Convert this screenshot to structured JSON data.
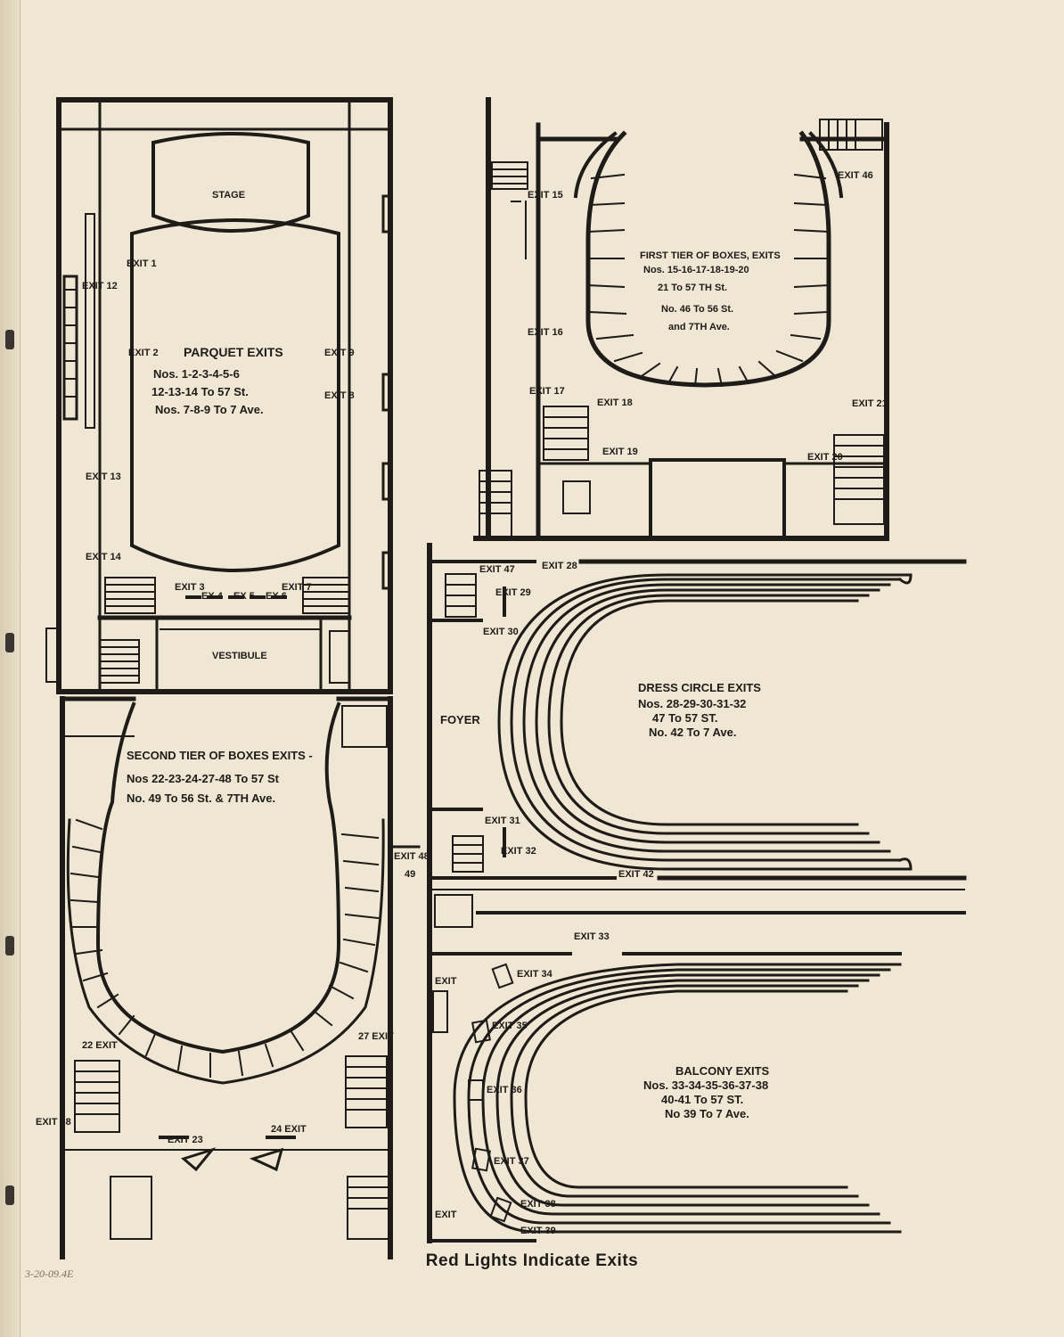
{
  "caption": "Red Lights Indicate Exits",
  "archive_mark": "3-20-09.4E",
  "parquet": {
    "stage": "STAGE",
    "vestibule": "VESTIBULE",
    "title": "PARQUET EXITS",
    "line1": "Nos. 1-2-3-4-5-6",
    "line2": "12-13-14 To 57 St.",
    "line3": "Nos. 7-8-9 To 7 Ave.",
    "exits": {
      "e1": "EXIT 1",
      "e2": "EXIT 2",
      "e3": "EXIT 3",
      "e4": "EX 4",
      "e5": "EX 5",
      "e6": "EX 6",
      "e7": "EXIT 7",
      "e8": "EXIT 8",
      "e9": "EXIT 9",
      "e12": "EXIT 12",
      "e13": "EXIT 13",
      "e14": "EXIT 14"
    }
  },
  "first_tier": {
    "title": "FIRST TIER OF BOXES, EXITS",
    "line1": "Nos. 15-16-17-18-19-20",
    "line2": "21 To 57 TH St.",
    "line3": "No. 46 To 56 St.",
    "line4": "and 7TH Ave.",
    "exits": {
      "e15": "EXIT 15",
      "e16": "EXIT 16",
      "e17": "EXIT 17",
      "e18": "EXIT 18",
      "e19": "EXIT 19",
      "e20": "EXIT 20",
      "e21": "EXIT 21",
      "e46": "EXIT 46"
    }
  },
  "second_tier": {
    "title": "SECOND TIER OF BOXES EXITS -",
    "line1": "Nos 22-23-24-27-48 To 57 St",
    "line2": "No. 49 To 56 St. & 7TH Ave.",
    "exits": {
      "e22": "22 EXIT",
      "e23": "EXIT 23",
      "e24": "24 EXIT",
      "e27": "27 EXIT",
      "e38": "EXIT 38",
      "e48": "EXIT 48",
      "e49": "49"
    }
  },
  "dress_circle": {
    "foyer": "FOYER",
    "title": "DRESS CIRCLE EXITS",
    "line1": "Nos. 28-29-30-31-32",
    "line2": "47 To 57 ST.",
    "line3": "No. 42 To 7 Ave.",
    "exits": {
      "e28": "EXIT 28",
      "e29": "EXIT 29",
      "e30": "EXIT 30",
      "e31": "EXIT 31",
      "e32": "EXIT 32",
      "e42": "EXIT 42",
      "e47": "EXIT 47"
    }
  },
  "balcony": {
    "title": "BALCONY EXITS",
    "line1": "Nos. 33-34-35-36-37-38",
    "line2": "40-41 To 57 ST.",
    "line3": "No 39 To 7 Ave.",
    "exits": {
      "e33": "EXIT 33",
      "e34": "EXIT 34",
      "e35": "EXIT 35",
      "e36": "EXIT 36",
      "e37": "EXIT 37",
      "e38": "EXIT 38",
      "e39": "EXIT 39",
      "e40": "EXIT",
      "e41": "EXIT"
    }
  }
}
